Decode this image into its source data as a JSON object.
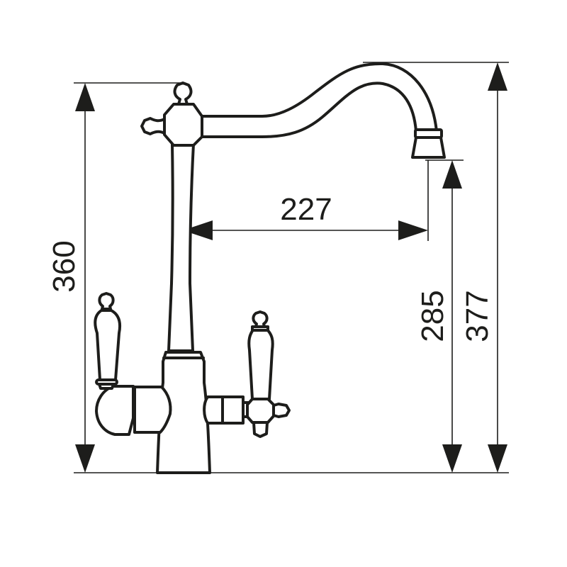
{
  "diagram": {
    "subject": "Kitchen faucet with two side lever handles and swan-neck spout",
    "line_color": "#1d1d1b",
    "background": "#ffffff",
    "units": "mm",
    "dimensions": {
      "total_height_body": {
        "label": "360",
        "orientation": "vertical",
        "side": "left"
      },
      "spout_reach": {
        "label": "227",
        "orientation": "horizontal"
      },
      "spout_outlet_height": {
        "label": "285",
        "orientation": "vertical",
        "side": "right-inner"
      },
      "total_height": {
        "label": "377",
        "orientation": "vertical",
        "side": "right-outer"
      }
    }
  }
}
